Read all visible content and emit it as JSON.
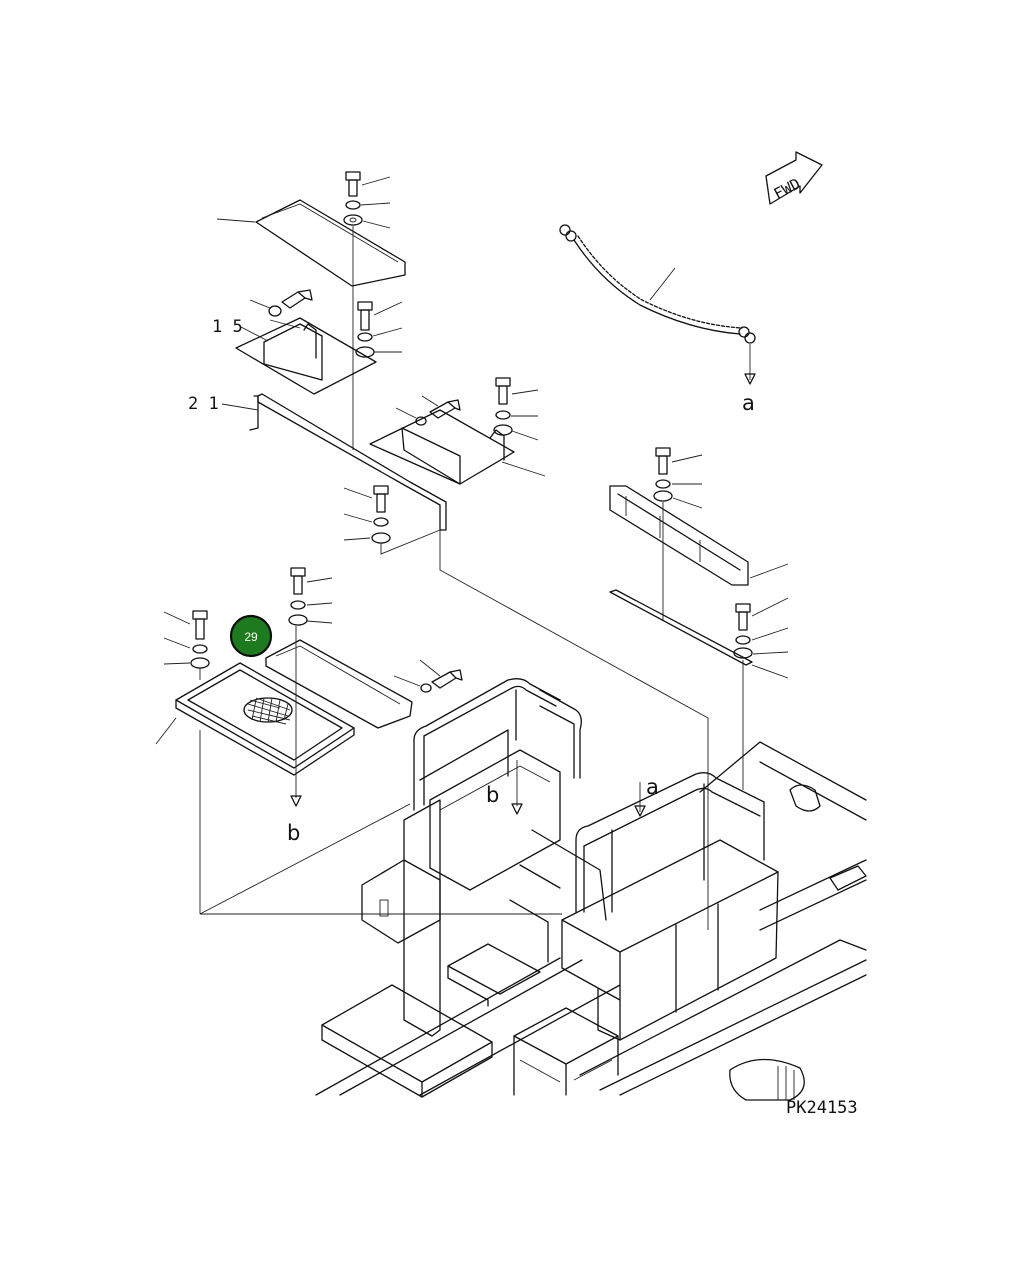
{
  "labels": {
    "part_15": "1 5",
    "part_21": "2 1",
    "ref_a_top": "a",
    "ref_b_left": "b",
    "ref_b_center": "b",
    "ref_a_center": "a",
    "drawing_code": "PK24153"
  },
  "fwd_arrow": {
    "text": "FWD"
  },
  "callout": {
    "number": "29",
    "color": "#1e7a1e"
  }
}
